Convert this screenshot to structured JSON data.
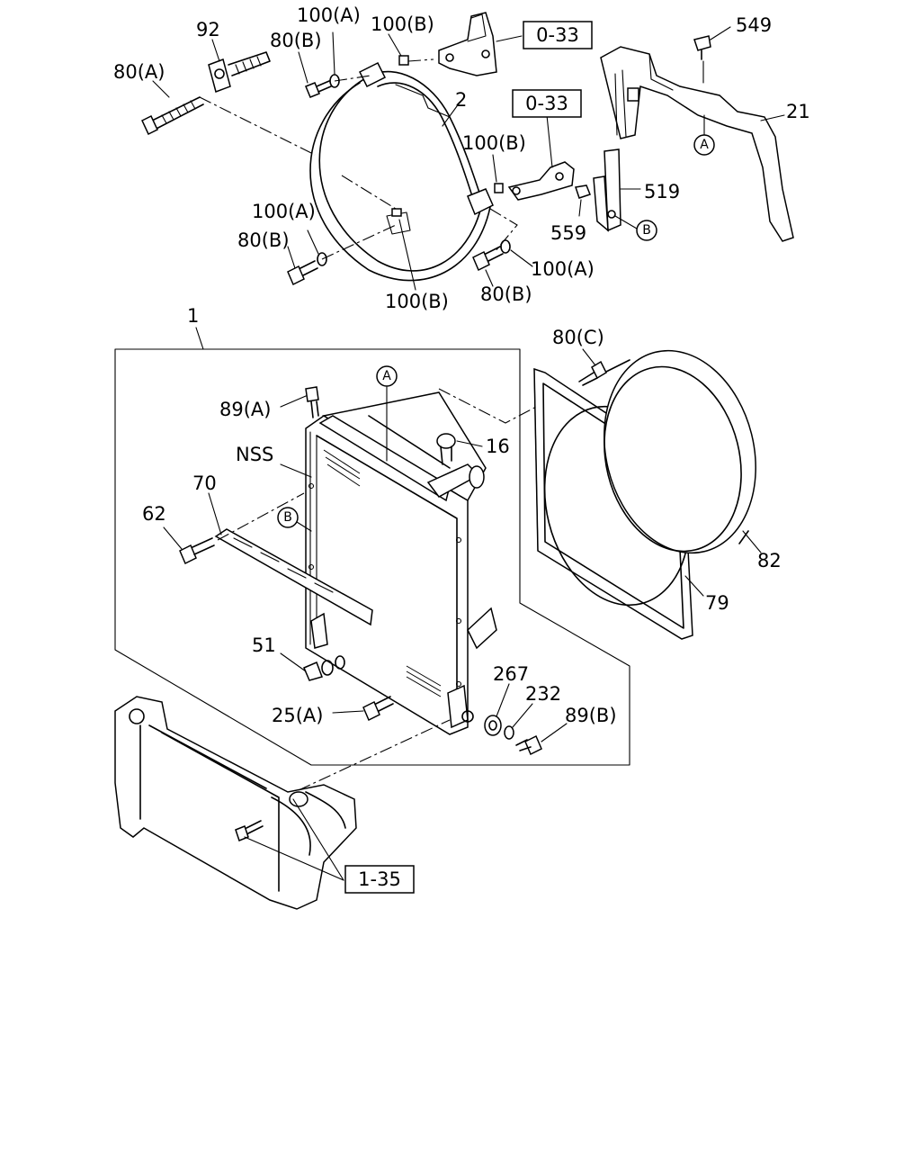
{
  "labels": {
    "l_92": "92",
    "l_80a_top": "80(A)",
    "l_80b_top": "80(B)",
    "l_100a_top": "100(A)",
    "l_100b_top": "100(B)",
    "l_2": "2",
    "l_549": "549",
    "l_21": "21",
    "l_100b_mid": "100(B)",
    "l_519": "519",
    "l_559": "559",
    "l_100a_left": "100(A)",
    "l_80b_left": "80(B)",
    "l_100a_right": "100(A)",
    "l_80b_bottom": "80(B)",
    "l_100b_bottom": "100(B)",
    "l_1": "1",
    "l_80c": "80(C)",
    "l_89a": "89(A)",
    "l_16": "16",
    "l_nss": "NSS",
    "l_70": "70",
    "l_62": "62",
    "l_82": "82",
    "l_79": "79",
    "l_51": "51",
    "l_267": "267",
    "l_232": "232",
    "l_89b": "89(B)",
    "l_25a": "25(A)"
  },
  "refs": {
    "ref_033_top": "0-33",
    "ref_033_mid": "0-33",
    "ref_135": "1-35"
  },
  "markers": {
    "a_upper": "A",
    "b_upper": "B",
    "a_lower": "A",
    "b_lower": "B"
  }
}
